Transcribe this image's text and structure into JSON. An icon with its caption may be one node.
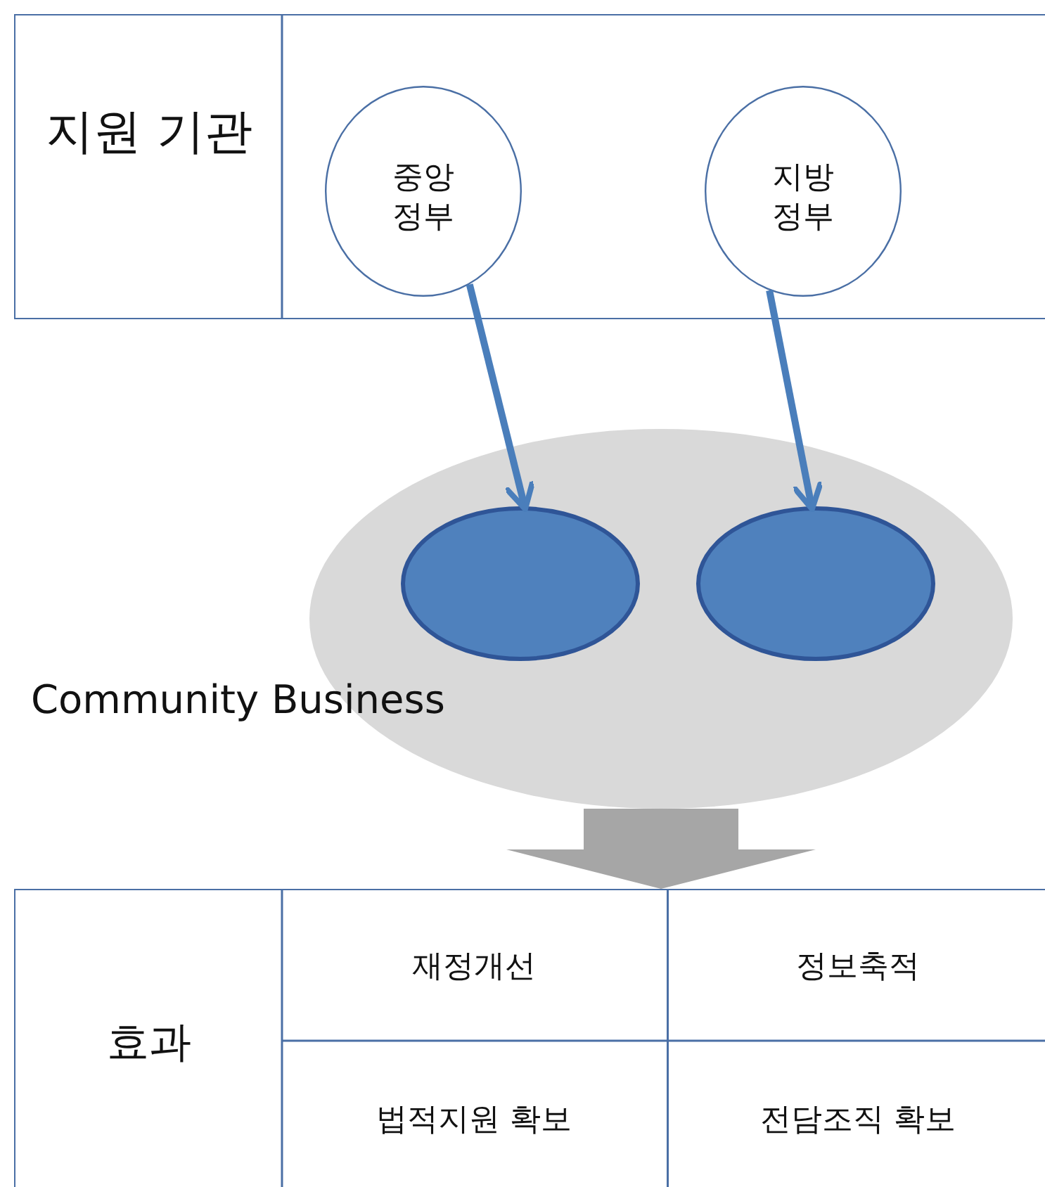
{
  "diagram": {
    "nodes": [
      {
        "text": [
          "지원 기관"
        ]
      },
      {
        "text": [
          "중앙 정부"
        ],
        "in": 0
      },
      {
        "text": [
          "지방 정부"
        ],
        "in": 0
      },
      {
        "text": [
          "Community Business"
        ]
      },
      {
        "text": [],
        "shape": "circle",
        "in": 3
      },
      {
        "text": [],
        "shape": "circle",
        "in": 3
      },
      {
        "text": [
          "효과"
        ]
      }
    ],
    "edges": [
      {
        "from": 1,
        "to": 4,
        "arrow": "to"
      },
      {
        "from": 2,
        "to": 5,
        "arrow": "to"
      },
      {
        "from": 3,
        "to": 6,
        "arrow": "to",
        "style": "thick",
        "color": "#a6a6a6"
      }
    ],
    "labels": [
      "재정개선",
      "정보축적",
      "법적지원 확보",
      "전담조직 확보"
    ]
  }
}
